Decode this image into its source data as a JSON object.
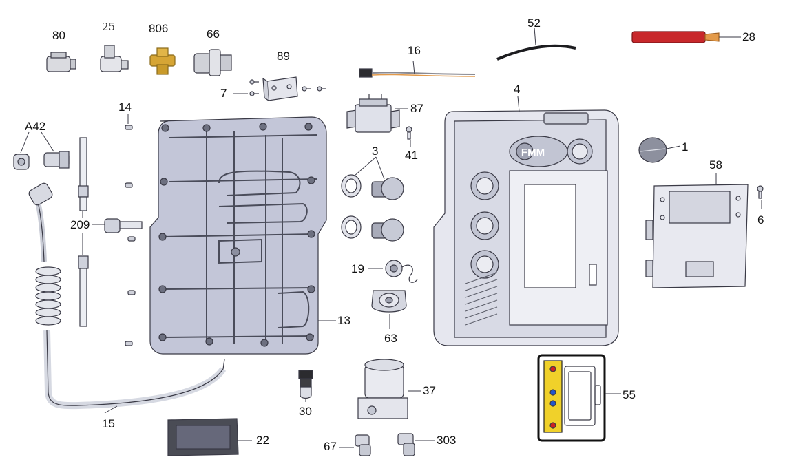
{
  "labels": {
    "p80": "80",
    "p25": "25",
    "p806": "806",
    "p66": "66",
    "p89": "89",
    "p7": "7",
    "p16": "16",
    "p52": "52",
    "p28": "28",
    "p14": "14",
    "pA42": "A42",
    "p209": "209",
    "p15": "15",
    "p13": "13",
    "p87": "87",
    "p41": "41",
    "p3": "3",
    "p19": "19",
    "p63": "63",
    "p4": "4",
    "p1": "1",
    "p58": "58",
    "p6": "6",
    "p30": "30",
    "p37": "37",
    "p55": "55",
    "p22": "22",
    "p67": "67",
    "p303": "303"
  },
  "logo_text": "FMM",
  "colors": {
    "part_fill": "#d9dbe6",
    "part_stroke": "#3a3a46",
    "panel_fill": "#c3c6d8",
    "housing_fill": "#e6e7ef",
    "brass": "#d6a535",
    "cable_red": "#c8282b",
    "wire_tip": "#e39a4a"
  }
}
